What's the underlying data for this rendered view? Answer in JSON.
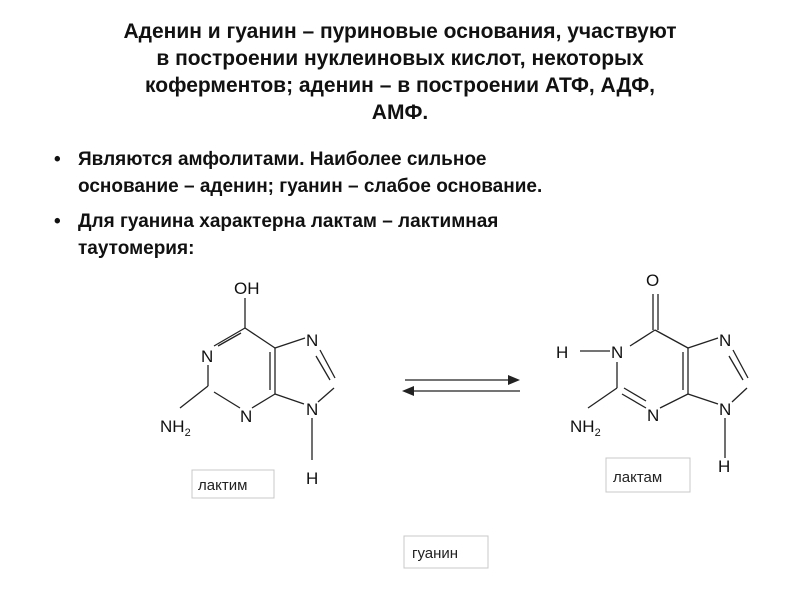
{
  "title": {
    "lines": [
      "Аденин и гуанин – пуриновые основания, участвуют",
      "в построении нуклеиновых кислот, некоторых",
      "коферментов; аденин – в построении АТФ, АДФ,",
      "АМФ."
    ]
  },
  "bullets": [
    {
      "lines": [
        "Являются амфолитами. Наиболее сильное",
        "основание – аденин; гуанин – слабое основание."
      ]
    },
    {
      "lines": [
        "Для гуанина характерна лактам – лактимная",
        "таутомерия:"
      ]
    }
  ],
  "diagram": {
    "left": {
      "label": "лактим",
      "oh": "OH",
      "n1": "N",
      "n3": "N",
      "n7": "N",
      "n9": "N",
      "nh": "NH",
      "nh_sub": "2",
      "h": "H"
    },
    "right": {
      "label": "лактам",
      "o": "O",
      "h1": "H",
      "n1": "N",
      "n3": "N",
      "n7": "N",
      "n9": "N",
      "nh": "NH",
      "nh_sub": "2",
      "h": "H"
    },
    "caption": "гуанин"
  }
}
